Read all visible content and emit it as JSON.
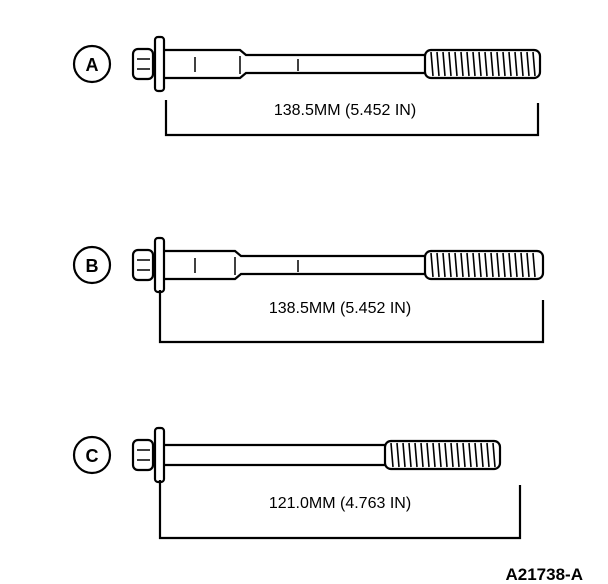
{
  "figure_id": "A21738-A",
  "bolts": [
    {
      "letter": "A",
      "dimension": "138.5MM (5.452 IN)"
    },
    {
      "letter": "B",
      "dimension": "138.5MM (5.452 IN)"
    },
    {
      "letter": "C",
      "dimension": "121.0MM (4.763 IN)"
    }
  ]
}
